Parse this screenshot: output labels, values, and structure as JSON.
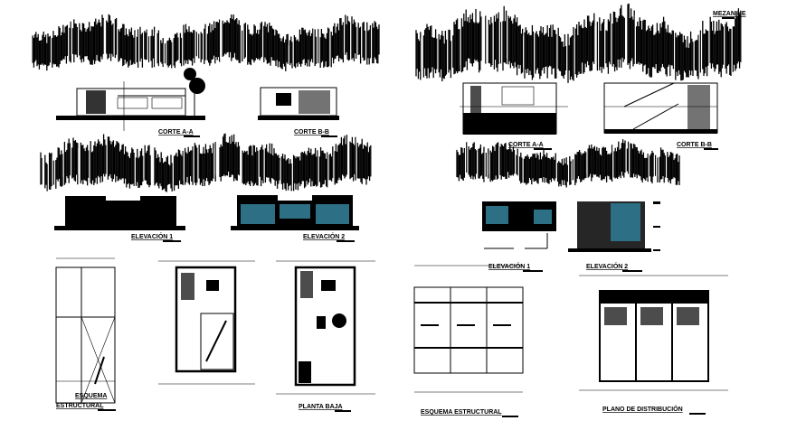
{
  "sheet": {
    "mezzanine_title": "MEZANINE",
    "left_group": {
      "section_a": "CORTE A-A",
      "section_b": "CORTE B-B",
      "elevation_1": "ELEVACIÓN 1",
      "elevation_2": "ELEVACIÓN 2",
      "structural_scheme_line1": "ESQUEMA",
      "structural_scheme_line2": "ESTRUCTURAL",
      "ground_floor": "PLANTA BAJA"
    },
    "right_group": {
      "section_a": "CORTE A-A",
      "section_b": "CORTE B-B",
      "elevation_1": "ELEVACIÓN 1",
      "elevation_2": "ELEVACIÓN 2",
      "structural_scheme": "ESQUEMA ESTRUCTURAL",
      "distribution_plan": "PLANO DE DISTRIBUCIÓN"
    }
  },
  "colors": {
    "ink": "#000000",
    "glass": "#2d6f84",
    "background": "#ffffff"
  }
}
